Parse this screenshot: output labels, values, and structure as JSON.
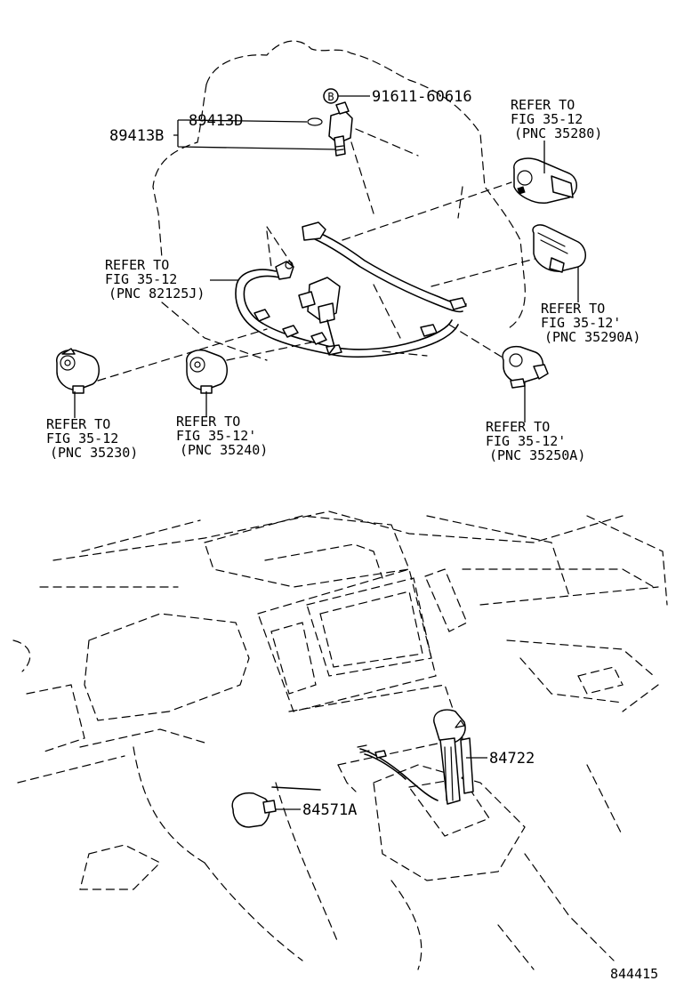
{
  "callouts": {
    "part_89413B": "89413B",
    "part_89413D": "89413D",
    "part_91611": "91611-60616",
    "bolt_marker": "B",
    "part_84722": "84722",
    "part_84571A": "84571A",
    "figure_code": "844415"
  },
  "refers": {
    "r35280": [
      "REFER TO",
      "FIG 35-12",
      "(PNC 35280)"
    ],
    "r82125J": [
      "REFER TO",
      "FIG 35-12",
      "(PNC 82125J)"
    ],
    "r35290A": [
      "REFER TO",
      "FIG 35-12'",
      "(PNC 35290A)"
    ],
    "r35230": [
      "REFER TO",
      "FIG 35-12",
      "(PNC 35230)"
    ],
    "r35240": [
      "REFER TO",
      "FIG 35-12'",
      "(PNC 35240)"
    ],
    "r35250A": [
      "REFER TO",
      "FIG 35-12'",
      "(PNC 35250A)"
    ]
  }
}
